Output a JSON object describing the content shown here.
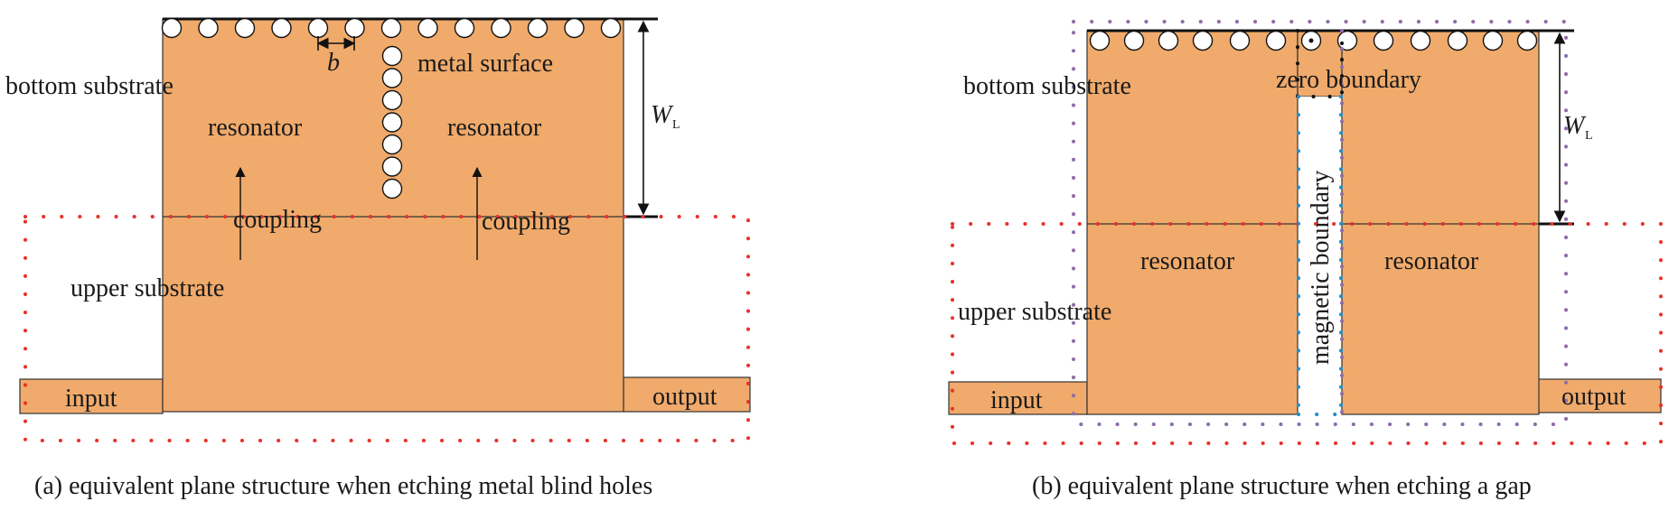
{
  "colors": {
    "substrate": "#F0AA6B",
    "outline": "#333333",
    "red_dots": "#E8312A",
    "purple_dots": "#8E6BA8",
    "blue_dots": "#1F8FD0",
    "black": "#111111"
  },
  "left_panel": {
    "labels": {
      "bottom_substrate": "bottom substrate",
      "metal_surface": "metal surface",
      "resonator_left": "resonator",
      "resonator_right": "resonator",
      "coupling_left": "coupling",
      "coupling_right": "coupling",
      "upper_substrate": "upper substrate",
      "input": "input",
      "output": "output",
      "dim_b": "b",
      "dim_w": "W",
      "dim_w_sub": "L"
    },
    "caption": "(a) equivalent plane structure when etching metal blind holes"
  },
  "right_panel": {
    "labels": {
      "bottom_substrate": "bottom substrate",
      "zero_boundary": "zero boundary",
      "magnetic_boundary": "magnetic boundary",
      "resonator_left": "resonator",
      "resonator_right": "resonator",
      "upper_substrate": "upper substrate",
      "input": "input",
      "output": "output",
      "dim_w": "W",
      "dim_w_sub": "L"
    },
    "caption": "(b) equivalent plane structure when etching a gap"
  }
}
